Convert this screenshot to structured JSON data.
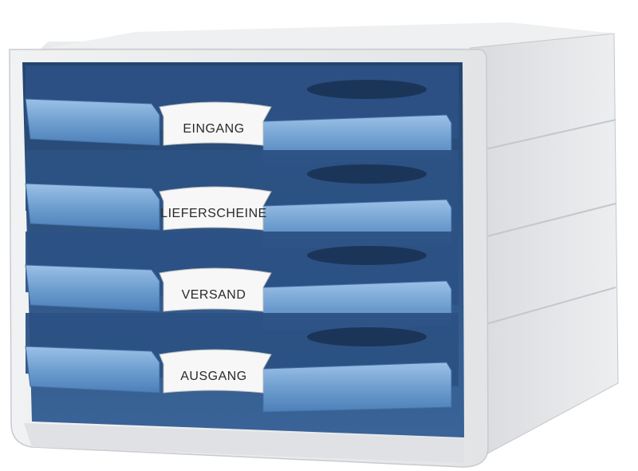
{
  "product": {
    "drawers": [
      {
        "label": "EINGANG"
      },
      {
        "label": "LIEFERSCHEINE"
      },
      {
        "label": "VERSAND"
      },
      {
        "label": "AUSGANG"
      }
    ],
    "colors": {
      "housing": "#e9eaec",
      "housing_shadow": "#c9ccd0",
      "drawer_blue": "#6f9fd0",
      "drawer_blue_dark": "#3f6fa6",
      "drawer_interior": "#2e5386",
      "label_bg": "#f7f7f7"
    }
  }
}
